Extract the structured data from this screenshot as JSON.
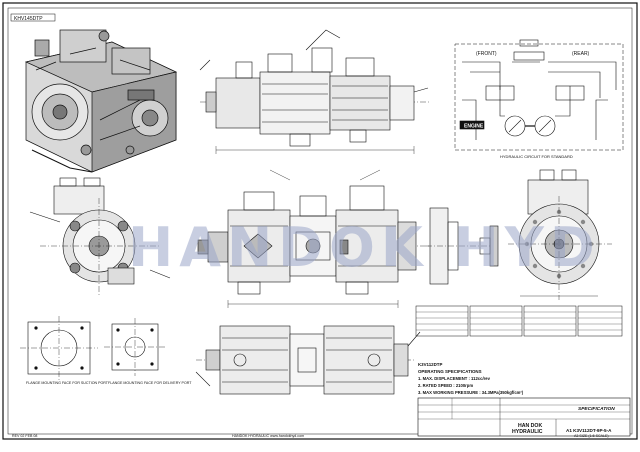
{
  "watermark": "HANDOK HYD",
  "top_left_tag": "KHV145DTP",
  "views": {
    "circuit_front": "(FRONT)",
    "circuit_rear": "(REAR)",
    "engine_tag": "ENGINE",
    "circuit_caption": "HYDRAULIC CIRCUIT FOR STANDARD",
    "flange_suction_caption": "FLANGE MOUNTING FACE FOR SUCTION PORT",
    "flange_delivery_caption": "FLANGE MOUNTING FACE FOR DELIVERY PORT"
  },
  "specs": {
    "model": "K3V112DTP",
    "heading": "OPERATING SPECIFICATIONS",
    "lines": [
      "1. MAX. DISPLACEMENT : 112cc/rev",
      "2. RATED SPEED : 2100rpm",
      "3. MAX WORKING PRESSURE : 34.3MPa(350kgf/cm²)"
    ]
  },
  "title_block": {
    "company_line1": "HAN DOK",
    "company_line2": "HYDRAULIC",
    "doc_type": "SPECIFICATION",
    "drawing_no": "A1 K3V112DT-9P-5-A"
  },
  "footer": {
    "left": "REV 02 FEB 08",
    "center": "HANDOK HYDRAULIC www.handokhyd.com",
    "right": "A3 SIZE (1:5 SCALE)"
  }
}
